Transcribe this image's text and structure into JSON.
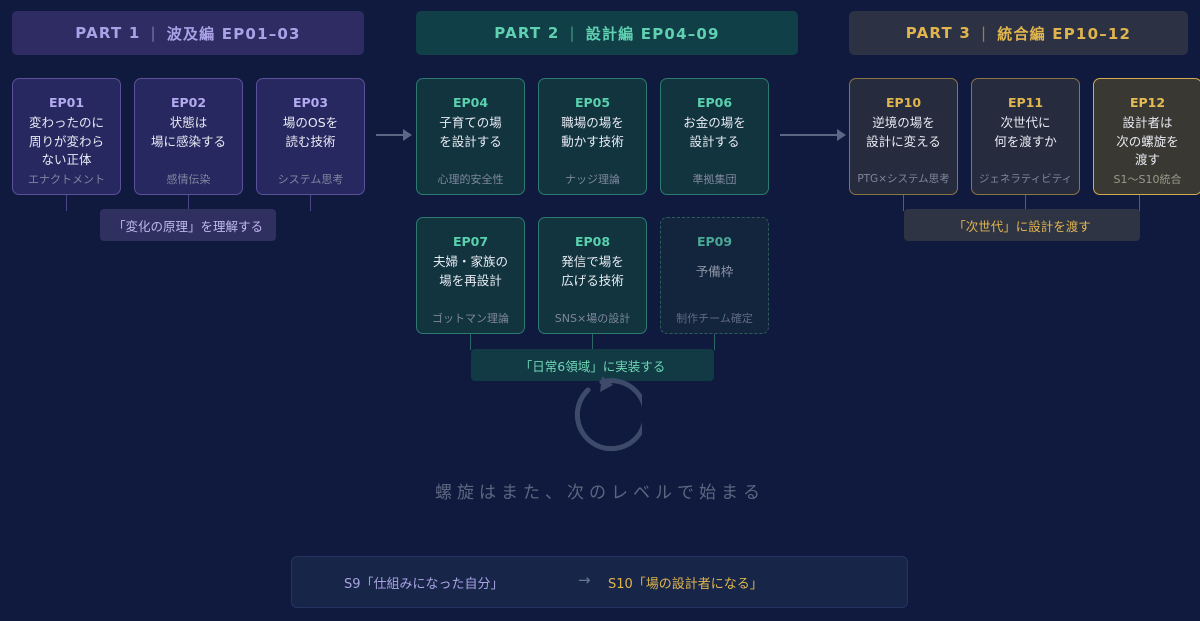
{
  "parts": [
    {
      "label": "PART 1",
      "title": "波及編 EP01–03"
    },
    {
      "label": "PART 2",
      "title": "設計編 EP04–09"
    },
    {
      "label": "PART 3",
      "title": "統合編 EP10–12"
    }
  ],
  "separator": "|",
  "episodes": [
    {
      "ep": "EP01",
      "lines": [
        "変わったのに",
        "周りが変わら",
        "ない正体"
      ],
      "sub": "エナクトメント"
    },
    {
      "ep": "EP02",
      "lines": [
        "状態は",
        "場に感染する"
      ],
      "sub": "感情伝染"
    },
    {
      "ep": "EP03",
      "lines": [
        "場のOSを",
        "読む技術"
      ],
      "sub": "システム思考"
    },
    {
      "ep": "EP04",
      "lines": [
        "子育ての場",
        "を設計する"
      ],
      "sub": "心理的安全性"
    },
    {
      "ep": "EP05",
      "lines": [
        "職場の場を",
        "動かす技術"
      ],
      "sub": "ナッジ理論"
    },
    {
      "ep": "EP06",
      "lines": [
        "お金の場を",
        "設計する"
      ],
      "sub": "準拠集団"
    },
    {
      "ep": "EP07",
      "lines": [
        "夫婦・家族の",
        "場を再設計"
      ],
      "sub": "ゴットマン理論"
    },
    {
      "ep": "EP08",
      "lines": [
        "発信で場を",
        "広げる技術"
      ],
      "sub": "SNS×場の設計"
    },
    {
      "ep": "EP09",
      "lines": [
        "予備枠"
      ],
      "sub": "制作チーム確定"
    },
    {
      "ep": "EP10",
      "lines": [
        "逆境の場を",
        "設計に変える"
      ],
      "sub": "PTG×システム思考"
    },
    {
      "ep": "EP11",
      "lines": [
        "次世代に",
        "何を渡すか"
      ],
      "sub": "ジェネラティビティ"
    },
    {
      "ep": "EP12",
      "lines": [
        "設計者は",
        "次の螺旋を",
        "渡す"
      ],
      "sub": "S1〜S10統合"
    }
  ],
  "summaries": {
    "part1": "「変化の原理」を理解する",
    "part2": "「日常6領域」に実装する",
    "part3": "「次世代」に設計を渡す"
  },
  "tagline": "螺旋はまた、次のレベルで始まる",
  "footer": {
    "left": "S9「仕組みになった自分」",
    "arrow": "→",
    "right": "S10「場の設計者になる」"
  },
  "icons": {
    "cycle": "cycle-arrow-icon",
    "arrow": "right-arrow-icon"
  },
  "colors": {
    "background": "#0f1a3e",
    "part1_accent": "#aaa2e6",
    "part2_accent": "#5fd1b1",
    "part3_accent": "#e0b54d"
  }
}
